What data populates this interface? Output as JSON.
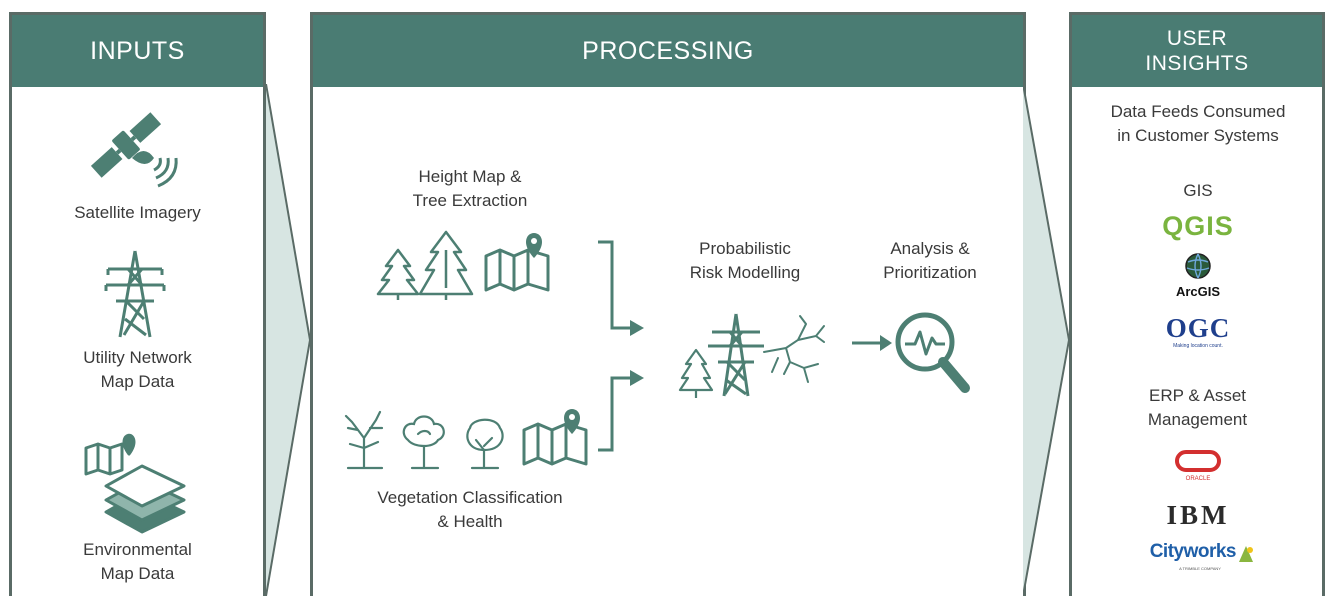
{
  "inputs": {
    "header": "INPUTS",
    "items": [
      {
        "label": "Satellite Imagery",
        "icon": "satellite-icon"
      },
      {
        "label": "Utility Network\nMap Data",
        "icon": "power-tower-icon"
      },
      {
        "label": "Environmental\nMap Data",
        "icon": "map-layers-icon"
      }
    ]
  },
  "processing": {
    "header": "PROCESSING",
    "height_map": {
      "label": "Height Map &\nTree Extraction"
    },
    "vegetation": {
      "label": "Vegetation Classification\n& Health"
    },
    "risk": {
      "label": "Probabilistic\nRisk Modelling"
    },
    "analysis": {
      "label": "Analysis &\nPrioritization"
    }
  },
  "insights": {
    "header": "USER\nINSIGHTS",
    "intro": "Data Feeds Consumed\nin Customer Systems",
    "gis": {
      "label": "GIS",
      "logos": {
        "qgis": "QGIS",
        "arcgis": "ArcGIS",
        "ogc": "OGC",
        "ogc_tagline": "Making location count."
      }
    },
    "erp": {
      "label": "ERP & Asset\nManagement",
      "logos": {
        "oracle": "ORACLE",
        "ibm": "IBM",
        "cityworks": "Cityworks",
        "cityworks_tagline": "A TRIMBLE COMPANY"
      }
    }
  },
  "colors": {
    "accent": "#4a7c73",
    "icon": "#4d7f73",
    "chevron": "#d7e5e2",
    "border": "#5a6b66"
  }
}
